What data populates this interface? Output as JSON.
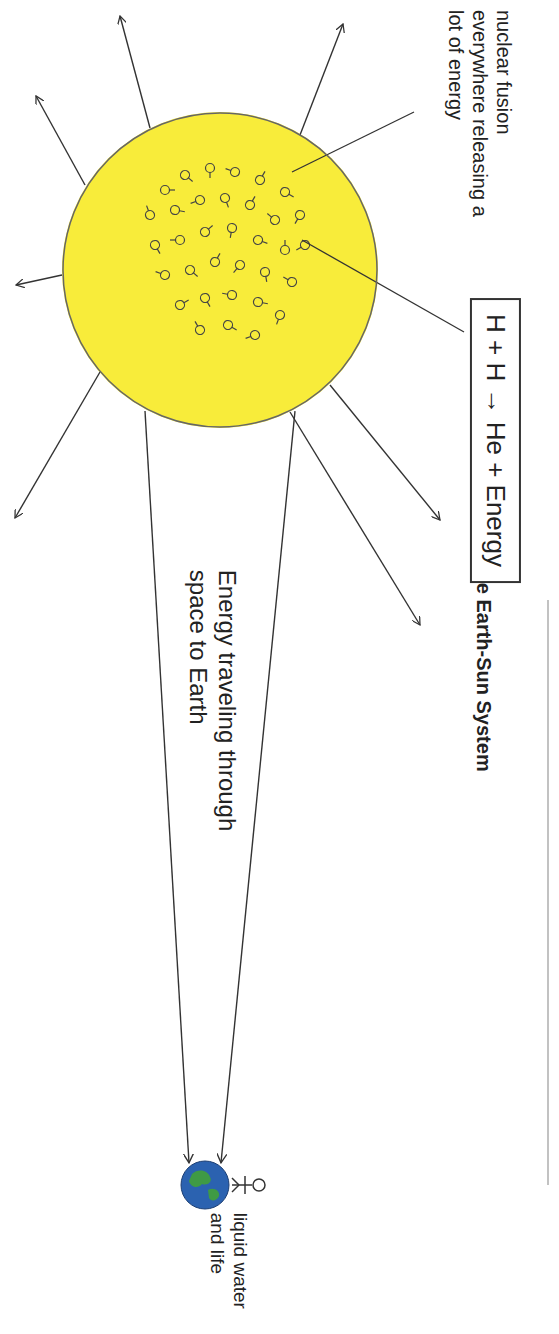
{
  "diagram": {
    "title": "The Earth-Sun System",
    "nodes": [
      {
        "text": [
          "nuclear fusion everywhere releasing a lot of energy"
        ]
      },
      {
        "text": [
          "H + H → He + Energy"
        ]
      },
      {
        "text": [
          "liquid water and life"
        ]
      }
    ],
    "edges": [
      {
        "from": 0,
        "to": 2,
        "arrow": "to",
        "label": "Energy traveling through space to Earth"
      },
      {
        "from": 0,
        "to": 2,
        "arrow": "to"
      }
    ]
  }
}
